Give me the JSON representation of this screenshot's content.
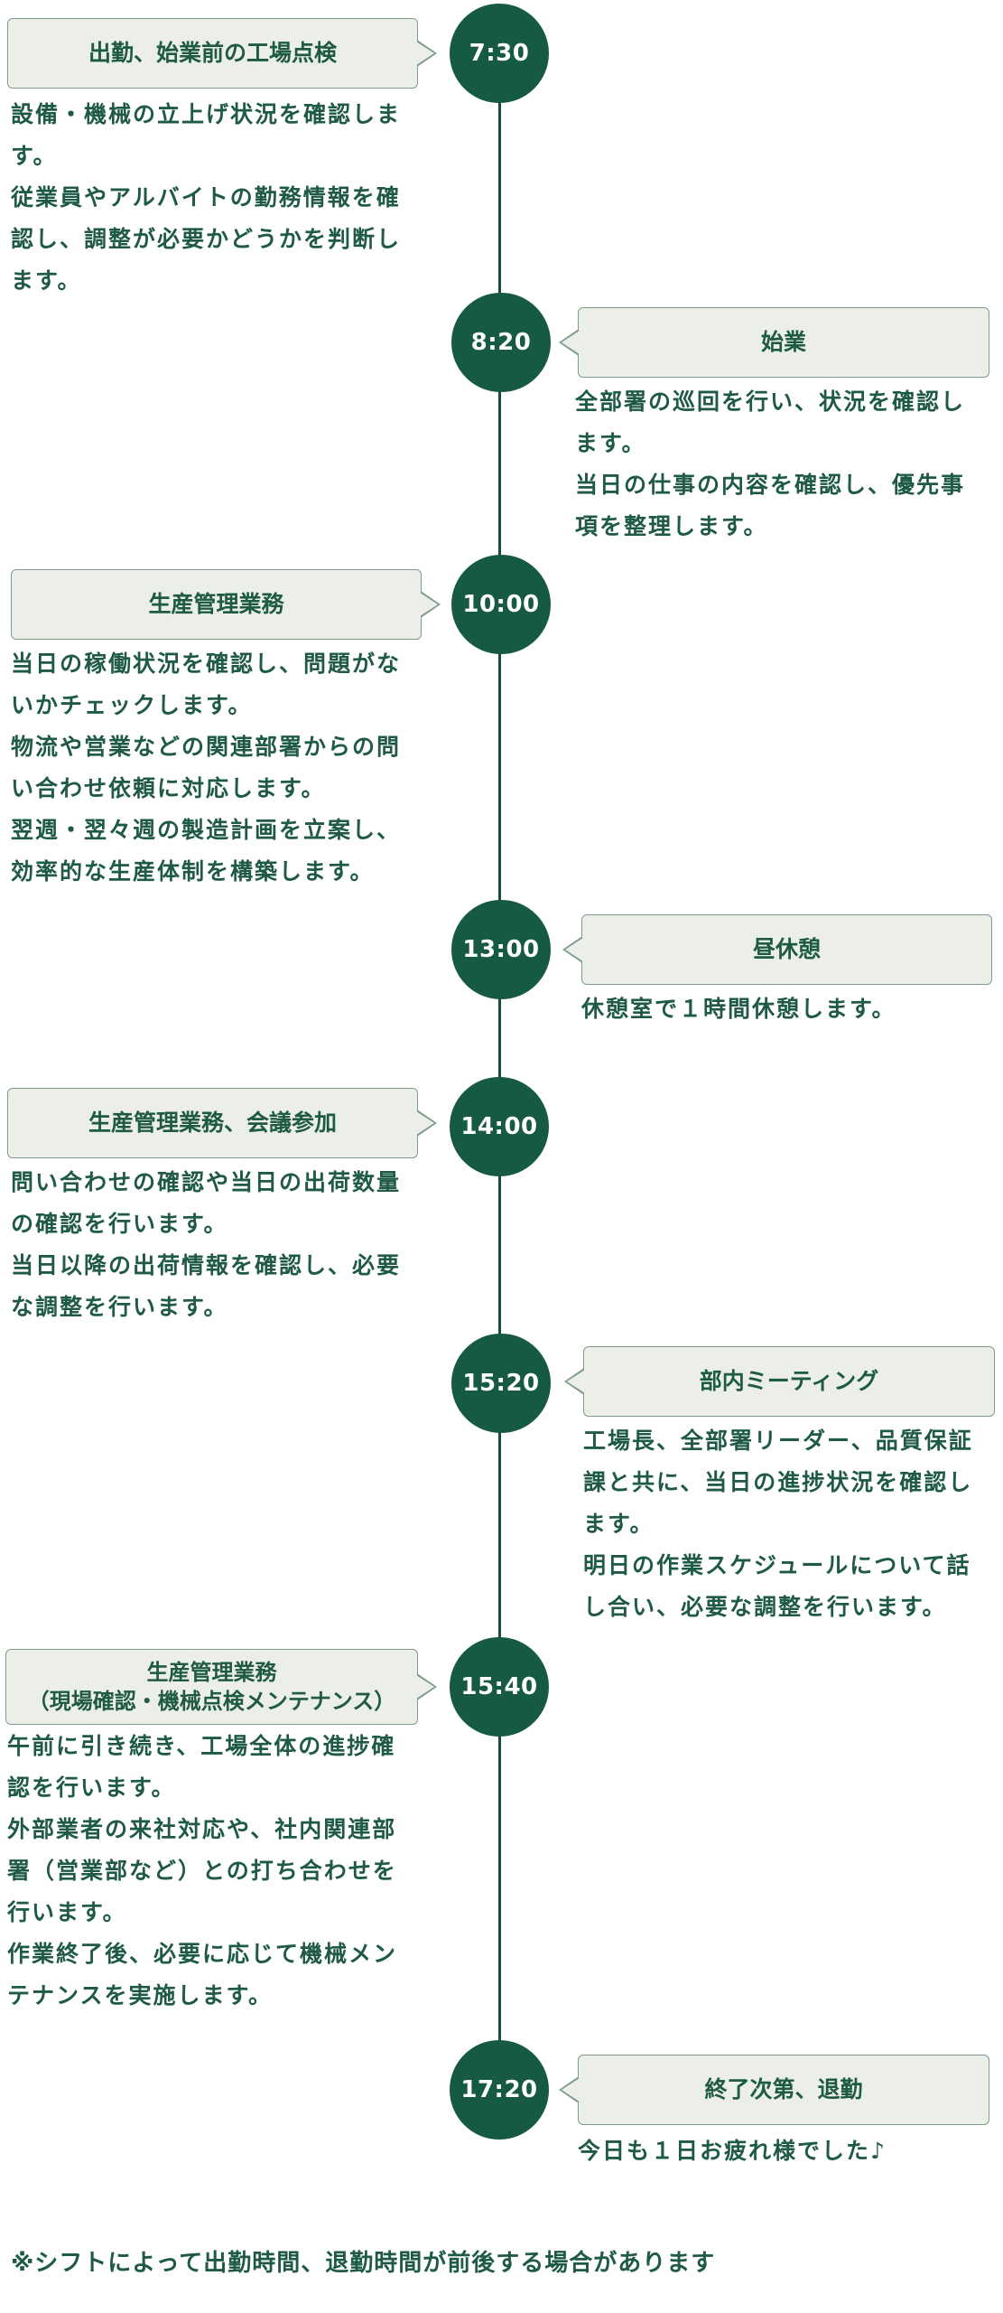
{
  "colors": {
    "accent": "#175a43",
    "bubble_bg": "#ecefe8",
    "bubble_border": "#7f9d8f",
    "text": "#1f5a45"
  },
  "schedule": [
    {
      "time": "7:30",
      "title": "出勤、始業前の工場点検",
      "description": "設備・機械の立上げ状況を確認しま\nす。\n従業員やアルバイトの勤務情報を確\n認し、調整が必要かどうかを判断し\nます。"
    },
    {
      "time": "8:20",
      "title": "始業",
      "description": "全部署の巡回を行い、状況を確認し\nます。\n当日の仕事の内容を確認し、優先事\n項を整理します。"
    },
    {
      "time": "10:00",
      "title": "生産管理業務",
      "description": "当日の稼働状況を確認し、問題がな\nいかチェックします。\n物流や営業などの関連部署からの問\nい合わせ依頼に対応します。\n翌週・翌々週の製造計画を立案し、\n効率的な生産体制を構築します。"
    },
    {
      "time": "13:00",
      "title": "昼休憩",
      "description": "休憩室で１時間休憩します。"
    },
    {
      "time": "14:00",
      "title": "生産管理業務、会議参加",
      "description": "問い合わせの確認や当日の出荷数量\nの確認を行います。\n当日以降の出荷情報を確認し、必要\nな調整を行います。"
    },
    {
      "time": "15:20",
      "title": "部内ミーティング",
      "description": "工場長、全部署リーダー、品質保証\n課と共に、当日の進捗状況を確認し\nます。\n明日の作業スケジュールについて話\nし合い、必要な調整を行います。"
    },
    {
      "time": "15:40",
      "title": "生産管理業務\n（現場確認・機械点検メンテナンス）",
      "description": "午前に引き続き、工場全体の進捗確\n認を行います。\n外部業者の来社対応や、社内関連部\n署（営業部など）との打ち合わせを\n行います。\n作業終了後、必要に応じて機械メン\nテナンスを実施します。"
    },
    {
      "time": "17:20",
      "title": "終了次第、退勤",
      "description": "今日も１日お疲れ様でした♪"
    }
  ],
  "footer": {
    "note": "※シフトによって出勤時間、退勤時間が前後する場合があります"
  }
}
